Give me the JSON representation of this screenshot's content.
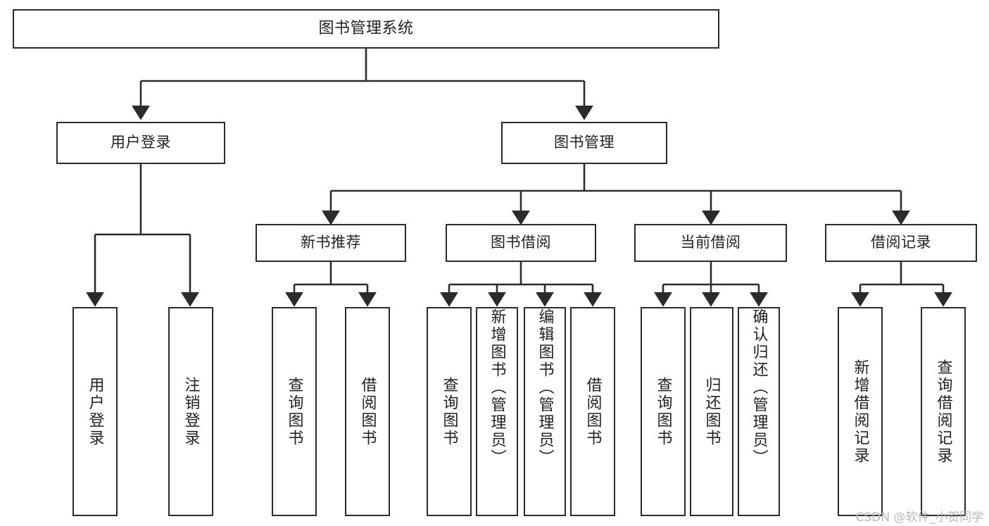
{
  "diagram": {
    "title": "图书管理系统",
    "type": "functional-structure-tree",
    "watermark": "CSDN @软件_小贺同学",
    "colors": {
      "stroke": "#2b2b2b",
      "fill": "#ffffff",
      "text": "#222222",
      "watermark": "#b8b8b8"
    },
    "levels": {
      "root": {
        "label": "图书管理系统"
      },
      "level2": [
        {
          "label": "用户登录"
        },
        {
          "label": "图书管理"
        }
      ],
      "level3": [
        {
          "label": "新书推荐"
        },
        {
          "label": "图书借阅"
        },
        {
          "label": "当前借阅"
        },
        {
          "label": "借阅记录"
        }
      ],
      "leaves": [
        {
          "label": "用户登录",
          "parent": "用户登录"
        },
        {
          "label": "注销登录",
          "parent": "用户登录"
        },
        {
          "label": "查询图书",
          "parent": "新书推荐"
        },
        {
          "label": "借阅图书",
          "parent": "新书推荐"
        },
        {
          "label": "查询图书",
          "parent": "图书借阅"
        },
        {
          "label": "新增图书（管理员）",
          "parent": "图书借阅"
        },
        {
          "label": "编辑图书（管理员）",
          "parent": "图书借阅"
        },
        {
          "label": "借阅图书",
          "parent": "图书借阅"
        },
        {
          "label": "查询图书",
          "parent": "当前借阅"
        },
        {
          "label": "归还图书",
          "parent": "当前借阅"
        },
        {
          "label": "确认归还（管理员）",
          "parent": "当前借阅"
        },
        {
          "label": "新增借阅记录",
          "parent": "借阅记录"
        },
        {
          "label": "查询借阅记录",
          "parent": "借阅记录"
        }
      ]
    }
  }
}
